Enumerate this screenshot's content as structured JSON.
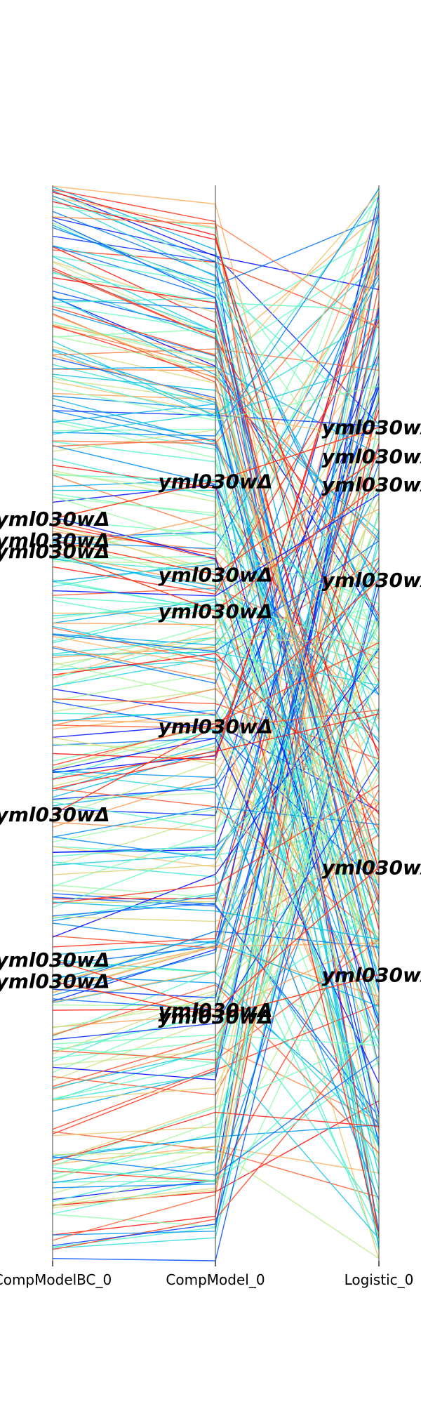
{
  "chart_data": {
    "type": "parallel_coordinates",
    "axes": [
      "CompModelBC_0",
      "CompModel_0",
      "Logistic_0"
    ],
    "range": [
      0,
      1
    ],
    "colormap": "rainbow",
    "line_count": 300,
    "highlight_label": "yml030wΔ",
    "highlighted_values": [
      [
        0.69,
        0.725,
        0.775
      ],
      [
        0.67,
        0.638,
        0.748
      ],
      [
        0.66,
        0.604,
        0.722
      ],
      [
        0.415,
        0.497,
        0.633
      ],
      [
        0.28,
        0.233,
        0.366
      ],
      [
        0.26,
        0.227,
        0.266
      ]
    ],
    "grid": false,
    "legend": "none"
  }
}
